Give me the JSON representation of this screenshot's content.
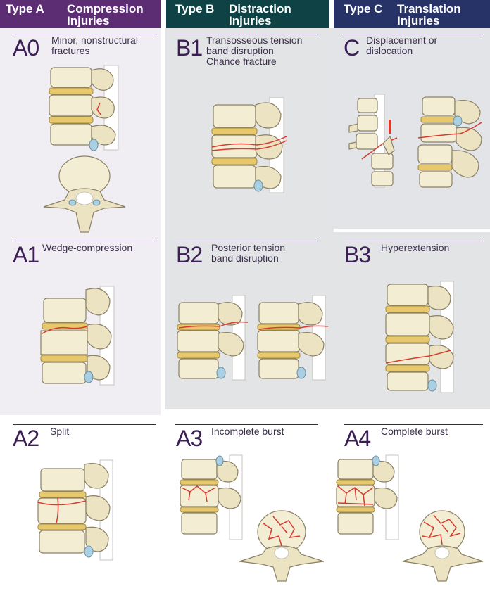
{
  "headers": [
    {
      "label": "Type A",
      "title_lines": [
        "Compression",
        "Injuries"
      ],
      "color": "#5c2d73"
    },
    {
      "label": "Type B",
      "title_lines": [
        "Distraction",
        "Injuries"
      ],
      "color": "#0e4244"
    },
    {
      "label": "Type C",
      "title_lines": [
        "Translation",
        "Injuries"
      ],
      "color": "#273366"
    }
  ],
  "panels": {
    "A0": {
      "code": "A0",
      "desc": [
        "Minor, nonstructural",
        "fractures"
      ]
    },
    "B1": {
      "code": "B1",
      "desc": [
        "Transosseous tension",
        "band disruption",
        "Chance fracture"
      ]
    },
    "C": {
      "code": "C",
      "desc": [
        "Displacement or",
        "dislocation"
      ]
    },
    "A1": {
      "code": "A1",
      "desc": [
        "Wedge-compression"
      ]
    },
    "B2": {
      "code": "B2",
      "desc": [
        "Posterior tension",
        "band disruption"
      ]
    },
    "B3": {
      "code": "B3",
      "desc": [
        "Hyperextension"
      ]
    },
    "A2": {
      "code": "A2",
      "desc": [
        "Split"
      ]
    },
    "A3": {
      "code": "A3",
      "desc": [
        "Incomplete burst"
      ]
    },
    "A4": {
      "code": "A4",
      "desc": [
        "Complete burst"
      ]
    }
  },
  "colors": {
    "bone": "#f3edd4",
    "disc": "#e7c86c",
    "fracture": "#d83a2e",
    "nerve": "#a9cfe2"
  }
}
